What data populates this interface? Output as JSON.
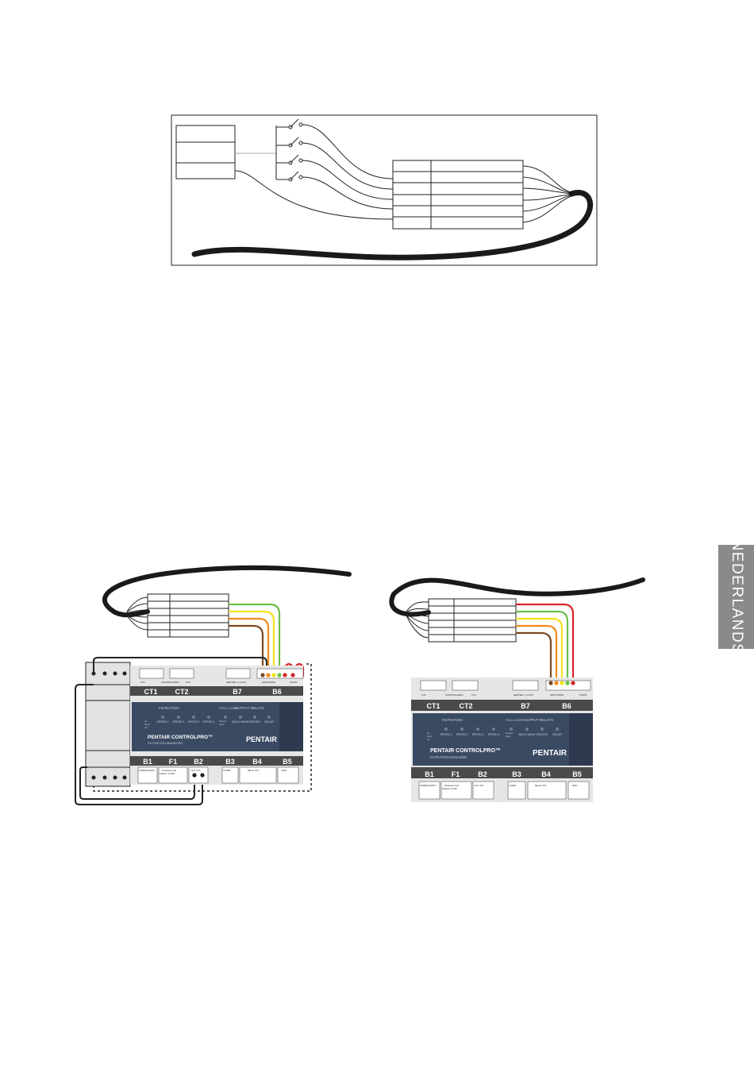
{
  "side_tab": {
    "label": "NEDERLANDS"
  },
  "controller": {
    "brand": "PENTAIR",
    "product": "PENTAIR CONTROLPRO™",
    "subtitle": "FILTRATION MANAGER",
    "top_terminals": [
      "CT1",
      "CT2",
      "B7",
      "B6"
    ],
    "bottom_terminals": [
      "B1",
      "F1",
      "B2",
      "B3",
      "B4",
      "B5"
    ],
    "filtration_label": "FILTRATION",
    "output_relays_label": "OUTPUT RELAYS",
    "pool_cover_label": "POOL COVER",
    "speeds": [
      "SPEED 1",
      "SPEED 2",
      "SPEED 3",
      "SPEED 4"
    ],
    "relays": [
      "BACK WASH",
      "HEATER",
      "SOLAR"
    ],
    "legend": [
      "on",
      "timer",
      "off"
    ],
    "cover_legend": [
      "closed",
      "open"
    ],
    "tiny_labels": {
      "ct1": "CT1",
      "controllers": "CONTROLLERS",
      "ct2": "CT2",
      "b7": "HEATER / 1 LOCK",
      "b6": "SWITCHING",
      "v12": "12VDC",
      "b1": "POWER SUPPLY",
      "f1": "Protection Fuse",
      "f1_value": "5x20mm T3.15A",
      "b2": "FILT. OUT",
      "b3": "COVER",
      "b4": "RELAY OUT",
      "b5": "MISC."
    }
  },
  "wire_colors": {
    "cable": "#1a1a1a",
    "outline": "#222222",
    "green": "#6cc04a",
    "yellow": "#f2e21b",
    "orange": "#f08a1d",
    "brown": "#7a4a22",
    "red": "#d9232a",
    "panel": "#3a4a63"
  }
}
